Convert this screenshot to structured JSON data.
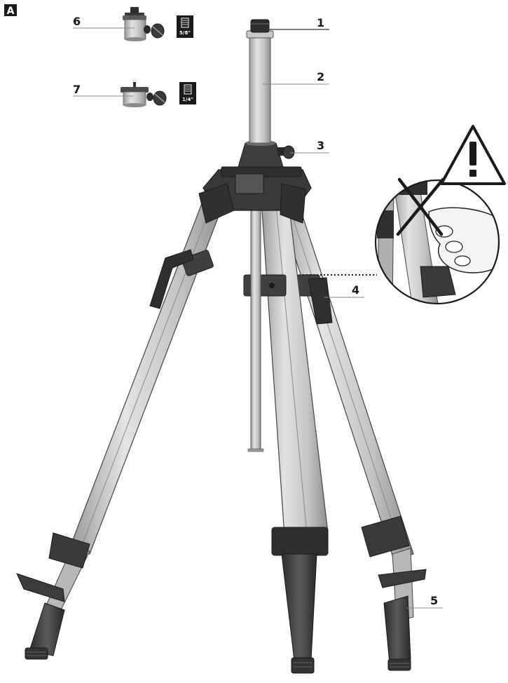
{
  "figure": {
    "letter": "A"
  },
  "callouts": [
    {
      "id": 1,
      "label": "1"
    },
    {
      "id": 2,
      "label": "2"
    },
    {
      "id": 3,
      "label": "3"
    },
    {
      "id": 4,
      "label": "4"
    },
    {
      "id": 5,
      "label": "5"
    },
    {
      "id": 6,
      "label": "6"
    },
    {
      "id": 7,
      "label": "7"
    }
  ],
  "adapters": [
    {
      "callout": "6",
      "thread_label": "5/8\""
    },
    {
      "callout": "7",
      "thread_label": "1/4\""
    }
  ],
  "warning": {
    "icon": "warning-triangle-icon",
    "glyph": "!",
    "prohibition_icon": "cross-icon"
  },
  "colors": {
    "ink": "#1a1a1a",
    "dark": "#3c3c3c",
    "mid_gray": "#a8a8a8",
    "light_gray": "#d6d6d6",
    "tube": "#c8c8c8"
  }
}
